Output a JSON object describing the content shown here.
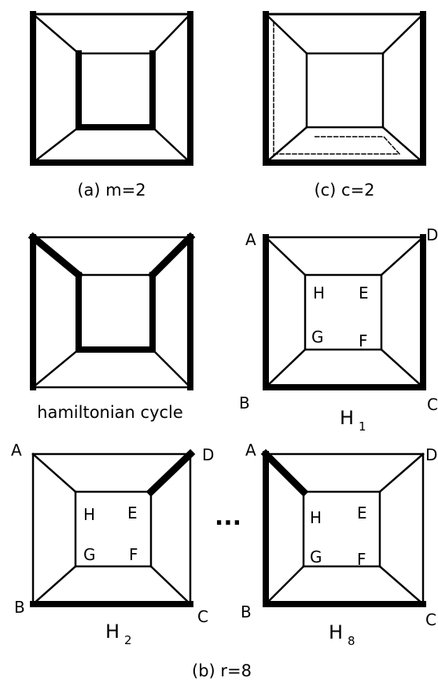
{
  "captions": {
    "a": "(a) m=2",
    "c": "(c) c=2",
    "hamiltonian": "hamiltonian cycle",
    "b": "(b) r=8",
    "ellipsis": "..."
  },
  "vertices": {
    "A": "A",
    "B": "B",
    "C": "C",
    "D": "D",
    "E": "E",
    "F": "F",
    "G": "G",
    "H": "H"
  },
  "graph_names": {
    "h1": {
      "base": "H",
      "sub": "1"
    },
    "h2": {
      "base": "H",
      "sub": "2"
    },
    "h8": {
      "base": "H",
      "sub": "8"
    }
  },
  "colors": {
    "edge": "#000000",
    "background": "#ffffff"
  }
}
